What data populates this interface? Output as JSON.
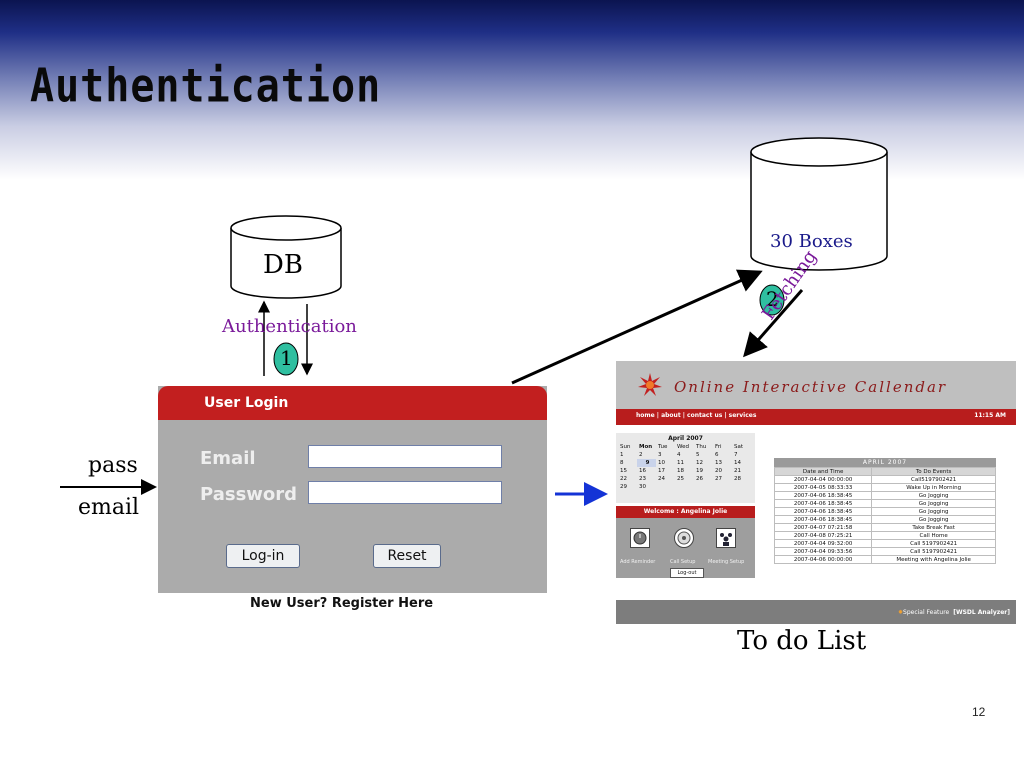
{
  "slide": {
    "title": "Authentication",
    "page_number": "12"
  },
  "diagram": {
    "db_label": "DB",
    "boxes_label": "30 Boxes",
    "auth_label": "Authentication",
    "step1": "1",
    "step2": "2",
    "fetching_label": "Fetching",
    "pass_label": "pass",
    "email_label": "email",
    "todo_caption": "To do List"
  },
  "login": {
    "header": "User Login",
    "email_label": "Email",
    "password_label": "Password",
    "email_value": "",
    "password_value": "",
    "login_button": "Log-in",
    "reset_button": "Reset",
    "register_text": "New User? Register Here"
  },
  "app": {
    "title": "Online Interactive Callendar",
    "nav": "home | about | contact us | services",
    "time": "11:15 AM",
    "calendar": {
      "month": "April 2007",
      "days": [
        "Sun",
        "Mon",
        "Tue",
        "Wed",
        "Thu",
        "Fri",
        "Sat"
      ],
      "weeks": [
        [
          "1",
          "2",
          "3",
          "4",
          "5",
          "6",
          "7"
        ],
        [
          "8",
          "9",
          "10",
          "11",
          "12",
          "13",
          "14"
        ],
        [
          "15",
          "16",
          "17",
          "18",
          "19",
          "20",
          "21"
        ],
        [
          "22",
          "23",
          "24",
          "25",
          "26",
          "27",
          "28"
        ],
        [
          "29",
          "30",
          "",
          "",
          "",
          "",
          ""
        ]
      ],
      "today": "9"
    },
    "welcome": "Welcome : Angelina Jolie",
    "icons": [
      {
        "label": "Add Reminder",
        "icon": "alarm-clock-icon"
      },
      {
        "label": "Call Setup",
        "icon": "phone-dial-icon"
      },
      {
        "label": "Meeting Setup",
        "icon": "meeting-people-icon"
      }
    ],
    "logout": "Log-out",
    "table": {
      "caption": "APRIL 2007",
      "headers": [
        "Date and Time",
        "To Do Events"
      ],
      "rows": [
        [
          "2007-04-04 00:00:00",
          "Call5197902421"
        ],
        [
          "2007-04-05 08:33:33",
          "Wake Up in Morning"
        ],
        [
          "2007-04-06 18:38:45",
          "Go Jogging"
        ],
        [
          "2007-04-06 18:38:45",
          "Go Jogging"
        ],
        [
          "2007-04-06 18:38:45",
          "Go Jogging"
        ],
        [
          "2007-04-06 18:38:45",
          "Go Jogging"
        ],
        [
          "2007-04-07 07:21:58",
          "Take Break Fast"
        ],
        [
          "2007-04-08 07:25:21",
          "Call Home"
        ],
        [
          "2007-04-04 09:32:00",
          "Call 5197902421"
        ],
        [
          "2007-04-04 09:33:56",
          "Call 5197902421"
        ],
        [
          "2007-04-06 00:00:00",
          "Meeting with Angelina Jolie"
        ]
      ]
    },
    "footer_feature": "Special Feature",
    "footer_link": "[WSDL Analyzer]"
  },
  "colors": {
    "header_blue": "#0b1450",
    "login_red": "#c21f1f",
    "auth_text": "#7a1a9a",
    "boxes_text": "#1a1a8a",
    "step_fill": "#2fbfa0",
    "arrow_blue": "#1433d6"
  }
}
